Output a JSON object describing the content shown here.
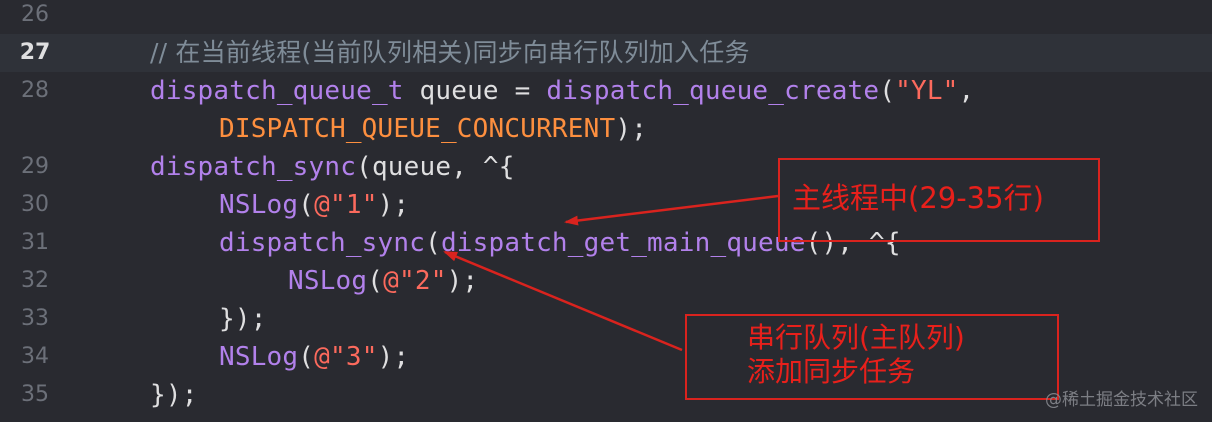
{
  "lines": [
    {
      "num": "26",
      "tokens": []
    },
    {
      "num": "27",
      "current": true,
      "tokens": [
        {
          "t": "// 在当前线程(当前队列相关)同步向串行队列加入任务",
          "c": "cmt"
        }
      ]
    },
    {
      "num": "28",
      "tokens": [
        {
          "t": "dispatch_queue_t",
          "c": "kw-purple"
        },
        {
          "t": " queue = ",
          "c": "plain"
        },
        {
          "t": "dispatch_queue_create",
          "c": "kw-purple"
        },
        {
          "t": "(",
          "c": "plain"
        },
        {
          "t": "\"YL\"",
          "c": "str"
        },
        {
          "t": ",",
          "c": "plain"
        }
      ]
    },
    {
      "num": "",
      "indent": 1,
      "tokens": [
        {
          "t": "DISPATCH_QUEUE_CONCURRENT",
          "c": "const"
        },
        {
          "t": ");",
          "c": "plain"
        }
      ]
    },
    {
      "num": "29",
      "tokens": [
        {
          "t": "dispatch_sync",
          "c": "kw-purple"
        },
        {
          "t": "(queue, ^{",
          "c": "plain"
        }
      ]
    },
    {
      "num": "30",
      "indent": 1,
      "tokens": [
        {
          "t": "NSLog",
          "c": "kw-purple"
        },
        {
          "t": "(",
          "c": "plain"
        },
        {
          "t": "@\"1\"",
          "c": "str"
        },
        {
          "t": ");",
          "c": "plain"
        }
      ]
    },
    {
      "num": "31",
      "indent": 1,
      "tokens": [
        {
          "t": "dispatch_sync",
          "c": "kw-purple"
        },
        {
          "t": "(",
          "c": "plain"
        },
        {
          "t": "dispatch_get_main_queue",
          "c": "kw-purple"
        },
        {
          "t": "(), ^{",
          "c": "plain"
        }
      ]
    },
    {
      "num": "32",
      "indent": 2,
      "tokens": [
        {
          "t": "NSLog",
          "c": "kw-purple"
        },
        {
          "t": "(",
          "c": "plain"
        },
        {
          "t": "@\"2\"",
          "c": "str"
        },
        {
          "t": ");",
          "c": "plain"
        }
      ]
    },
    {
      "num": "33",
      "indent": 1,
      "tokens": [
        {
          "t": "});",
          "c": "plain"
        }
      ]
    },
    {
      "num": "34",
      "indent": 1,
      "tokens": [
        {
          "t": "NSLog",
          "c": "kw-purple"
        },
        {
          "t": "(",
          "c": "plain"
        },
        {
          "t": "@\"3\"",
          "c": "str"
        },
        {
          "t": ");",
          "c": "plain"
        }
      ]
    },
    {
      "num": "35",
      "tokens": [
        {
          "t": "});",
          "c": "plain"
        }
      ]
    }
  ],
  "annotations": {
    "main_thread": "主线程中(29-35行)",
    "serial_line1": "串行队列(主队列)",
    "serial_line2": "添加同步任务"
  },
  "watermark": "@稀土掘金技术社区",
  "colors": {
    "background": "#292a30",
    "current_line": "#2f3239",
    "keyword": "#b281eb",
    "string": "#fc6a5d",
    "constant": "#fd8f3f",
    "comment": "#7f8c98",
    "annotation_red": "#d9231e"
  }
}
